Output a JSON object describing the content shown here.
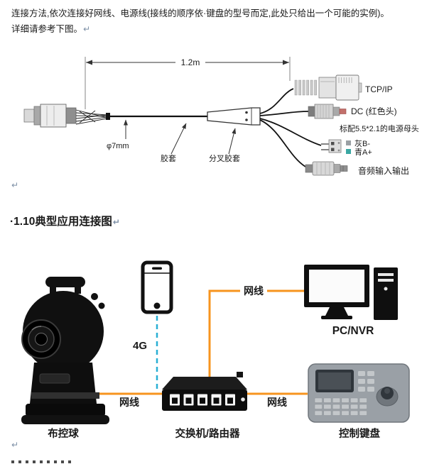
{
  "page": {
    "body_text_line1": "连接方法,依次连接好网线、电源线(接线的顺序依·键盘的型号而定,此处只给出一个可能的实例)。",
    "body_text_line2": "详细请参考下图。",
    "pilcrow": "↵",
    "heading": "·1.10典型应用连接图"
  },
  "cable_diagram": {
    "length_label": "1.2m",
    "diameter_label": "φ7mm",
    "sleeve_label": "胶套",
    "split_sleeve_label": "分叉胶套",
    "tcpip_label": "TCP/IP",
    "dc_label": "DC (红色头)",
    "dc_note": "标配5.5*2.1的电源母头",
    "rs485_line1": "灰B-",
    "rs485_line2": "青A+",
    "audio_label": "音频输入输出"
  },
  "app_diagram": {
    "wireless_label": "4G",
    "cable_label": "网线",
    "camera_label": "布控球",
    "switch_label": "交换机/路由器",
    "keyboard_label": "控制键盘",
    "pc_label": "PC/NVR",
    "colors": {
      "orange": "#F7941E",
      "cyan": "#29AFD4"
    }
  }
}
